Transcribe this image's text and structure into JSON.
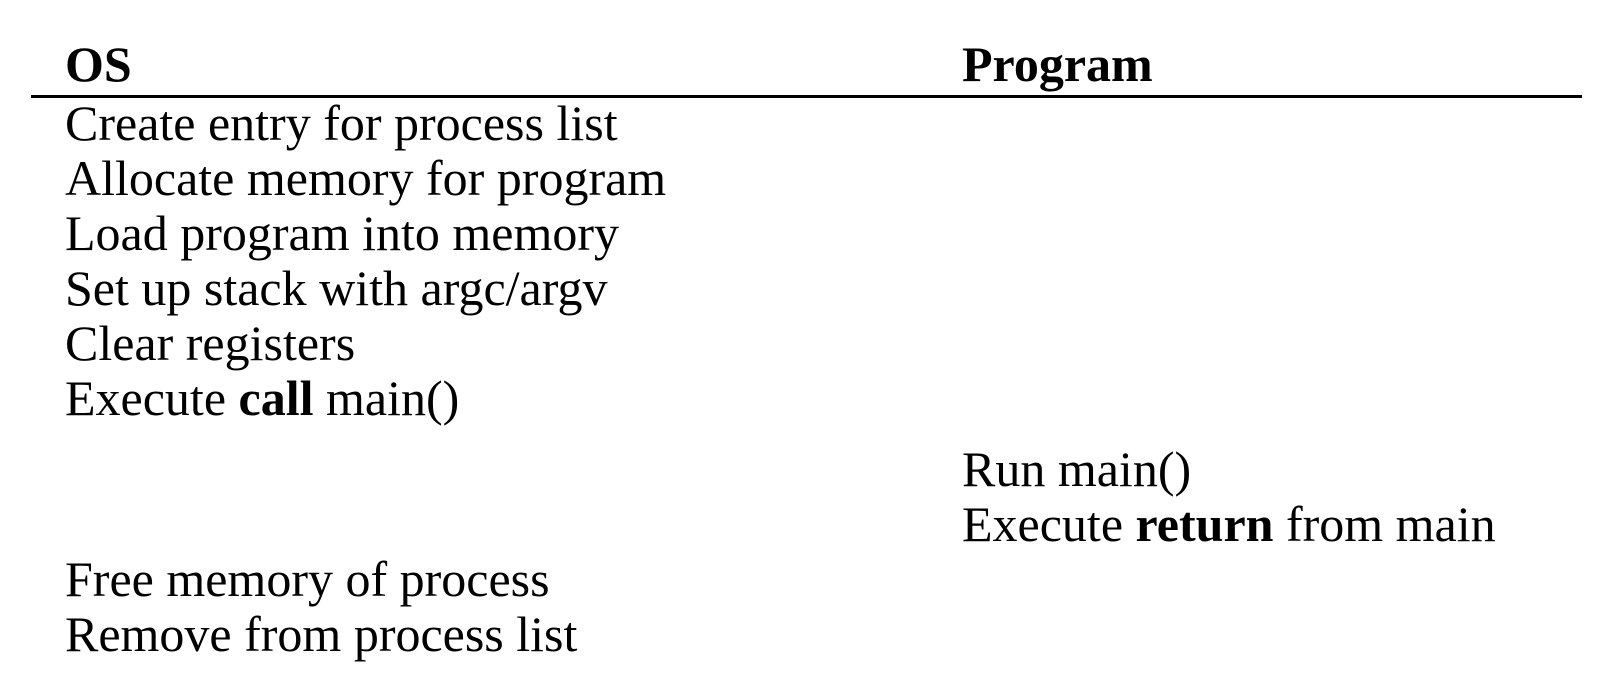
{
  "figure": {
    "background_color": "#ffffff",
    "text_color": "#000000"
  },
  "table": {
    "columns": [
      {
        "label": "OS"
      },
      {
        "label": "Program"
      }
    ],
    "rows": [
      {
        "os": {
          "pre": "Create entry for process list"
        }
      },
      {
        "os": {
          "pre": "Allocate memory for program"
        }
      },
      {
        "os": {
          "pre": "Load program into memory"
        }
      },
      {
        "os": {
          "pre": "Set up stack with argc/argv"
        }
      },
      {
        "os": {
          "pre": "Clear registers"
        }
      },
      {
        "os": {
          "pre": "Execute ",
          "bold": "call",
          "post": " main()"
        }
      },
      {
        "program": {
          "pre": "Run main()"
        }
      },
      {
        "program": {
          "pre": "Execute ",
          "bold": "return",
          "post": " from main"
        }
      },
      {
        "os": {
          "pre": "Free memory of process"
        }
      },
      {
        "os": {
          "pre": "Remove from process list"
        }
      }
    ]
  }
}
